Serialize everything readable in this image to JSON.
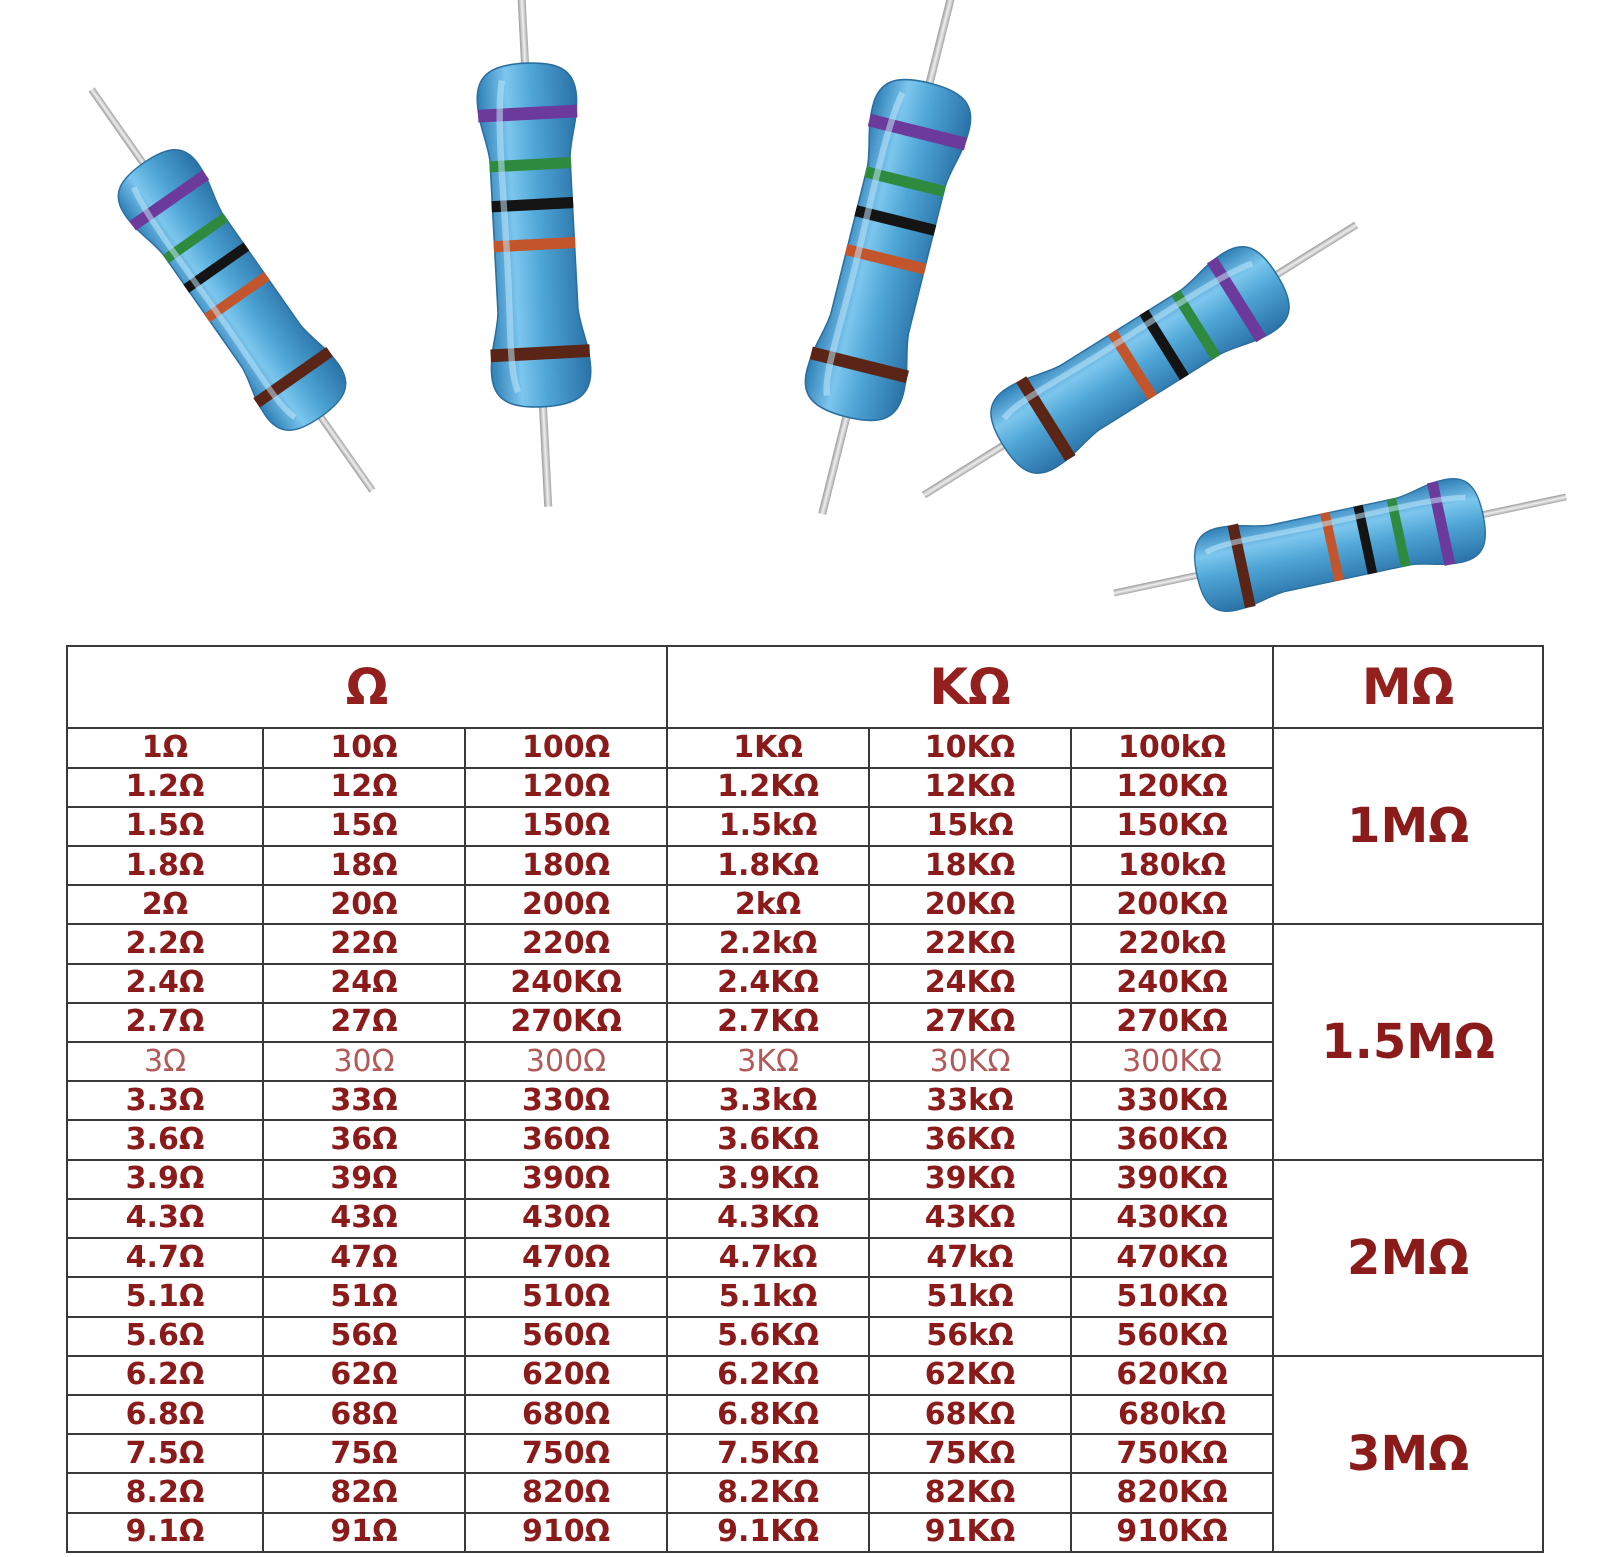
{
  "headers": {
    "ohm": "Ω",
    "kohm": "KΩ",
    "mohm": "MΩ"
  },
  "rows": [
    [
      "1Ω",
      "10Ω",
      "100Ω",
      "1KΩ",
      "10KΩ",
      "100kΩ"
    ],
    [
      "1.2Ω",
      "12Ω",
      "120Ω",
      "1.2KΩ",
      "12KΩ",
      "120KΩ"
    ],
    [
      "1.5Ω",
      "15Ω",
      "150Ω",
      "1.5kΩ",
      "15kΩ",
      "150KΩ"
    ],
    [
      "1.8Ω",
      "18Ω",
      "180Ω",
      "1.8KΩ",
      "18KΩ",
      "180kΩ"
    ],
    [
      "2Ω",
      "20Ω",
      "200Ω",
      "2kΩ",
      "20KΩ",
      "200KΩ"
    ],
    [
      "2.2Ω",
      "22Ω",
      "220Ω",
      "2.2kΩ",
      "22KΩ",
      "220kΩ"
    ],
    [
      "2.4Ω",
      "24Ω",
      "240KΩ",
      "2.4KΩ",
      "24KΩ",
      "240KΩ"
    ],
    [
      "2.7Ω",
      "27Ω",
      "270KΩ",
      "2.7KΩ",
      "27KΩ",
      "270KΩ"
    ],
    [
      "3Ω",
      "30Ω",
      "300Ω",
      "3KΩ",
      "30KΩ",
      "300KΩ"
    ],
    [
      "3.3Ω",
      "33Ω",
      "330Ω",
      "3.3kΩ",
      "33kΩ",
      "330KΩ"
    ],
    [
      "3.6Ω",
      "36Ω",
      "360Ω",
      "3.6KΩ",
      "36KΩ",
      "360KΩ"
    ],
    [
      "3.9Ω",
      "39Ω",
      "390Ω",
      "3.9KΩ",
      "39KΩ",
      "390KΩ"
    ],
    [
      "4.3Ω",
      "43Ω",
      "430Ω",
      "4.3KΩ",
      "43KΩ",
      "430KΩ"
    ],
    [
      "4.7Ω",
      "47Ω",
      "470Ω",
      "4.7kΩ",
      "47kΩ",
      "470KΩ"
    ],
    [
      "5.1Ω",
      "51Ω",
      "510Ω",
      "5.1kΩ",
      "51kΩ",
      "510KΩ"
    ],
    [
      "5.6Ω",
      "56Ω",
      "560Ω",
      "5.6KΩ",
      "56kΩ",
      "560KΩ"
    ],
    [
      "6.2Ω",
      "62Ω",
      "620Ω",
      "6.2KΩ",
      "62KΩ",
      "620KΩ"
    ],
    [
      "6.8Ω",
      "68Ω",
      "680Ω",
      "6.8KΩ",
      "68KΩ",
      "680kΩ"
    ],
    [
      "7.5Ω",
      "75Ω",
      "750Ω",
      "7.5KΩ",
      "75KΩ",
      "750KΩ"
    ],
    [
      "8.2Ω",
      "82Ω",
      "820Ω",
      "8.2KΩ",
      "82KΩ",
      "820KΩ"
    ],
    [
      "9.1Ω",
      "91Ω",
      "910Ω",
      "9.1KΩ",
      "91KΩ",
      "910KΩ"
    ]
  ],
  "megohm_groups": [
    {
      "label": "1MΩ",
      "rows": 5
    },
    {
      "label": "1.5MΩ",
      "rows": 6
    },
    {
      "label": "2MΩ",
      "rows": 5
    },
    {
      "label": "3MΩ",
      "rows": 5
    }
  ],
  "faded_row_index": 8,
  "colors": {
    "text": "#8b1a1a",
    "resistor_body": "#4fa6d6",
    "band_purple": "#6b3a9a",
    "band_green": "#2e8a3e",
    "band_black": "#141414",
    "band_orange": "#c2552c",
    "band_brown": "#5a2416",
    "lead": "#c8c8c8"
  },
  "icons": [
    "resistor-icon"
  ]
}
